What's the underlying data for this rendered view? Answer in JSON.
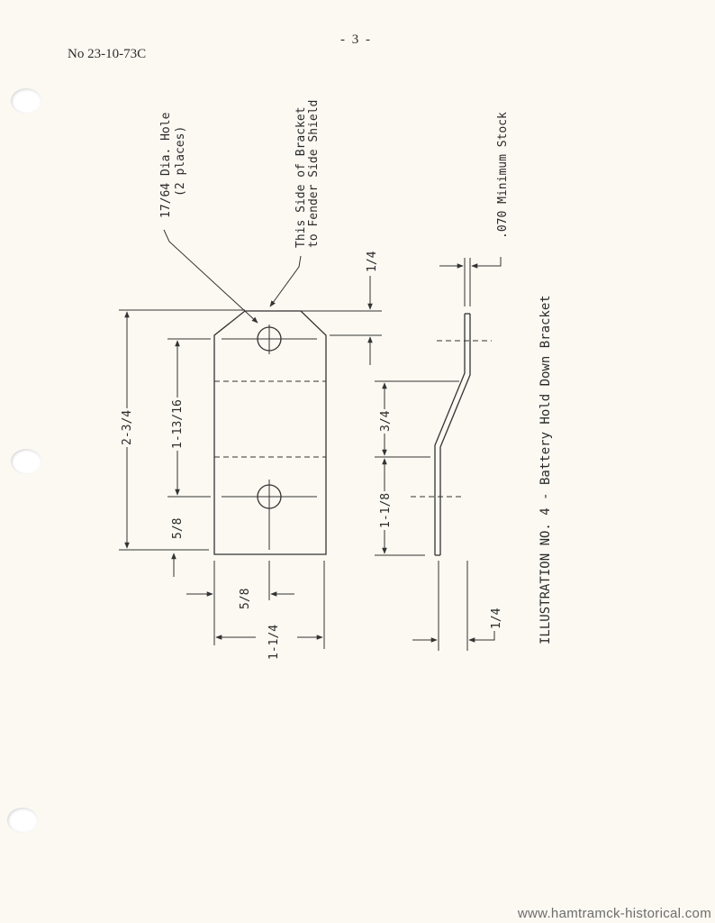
{
  "header": {
    "doc_number": "No 23-10-73C",
    "page_number": "- 3 -"
  },
  "labels": {
    "hole_note_line1": "17/64 Dia. Hole",
    "hole_note_line2": "(2 places)",
    "side_note_line1": "This Side of Bracket",
    "side_note_line2": "to Fender Side Shield",
    "stock_note": ".070 Minimum Stock",
    "caption": "ILLUSTRATION NO. 4 - Battery Hold Down Bracket"
  },
  "dimensions": {
    "overall_height": "2-3/4",
    "hole_spacing": "1-13/16",
    "bottom_offset": "5/8",
    "hole_center_x": "5/8",
    "overall_width": "1-1/4",
    "top_chamfer": "1/4",
    "bend_offset_upper": "3/4",
    "bend_offset_lower": "1-1/8",
    "bend_depth": "1/4"
  },
  "watermark": "www.hamtramck-historical.com"
}
